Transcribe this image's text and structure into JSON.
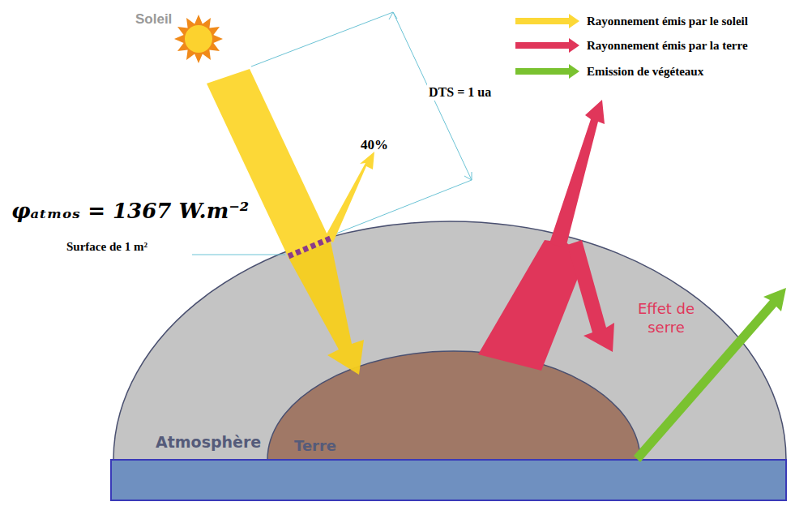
{
  "diagram": {
    "nodes": [
      {
        "text": [
          "Atmosphère"
        ]
      },
      {
        "text": [
          "Terre"
        ],
        "in": 0
      }
    ],
    "labels": [
      "Soleil",
      "DTS = 1 ua",
      "40%",
      "φₐₜₘₒₛ = 1367 W.m⁻²",
      "Surface de 1 m²",
      "Effet de serre"
    ],
    "legend": [
      {
        "text": "Rayonnement émis par le soleil",
        "color": "#fcd837"
      },
      {
        "text": "Rayonnement émis par la terre",
        "color": "#e0365a"
      },
      {
        "text": "Emission de végéteaux",
        "color": "#7ac230"
      }
    ]
  }
}
